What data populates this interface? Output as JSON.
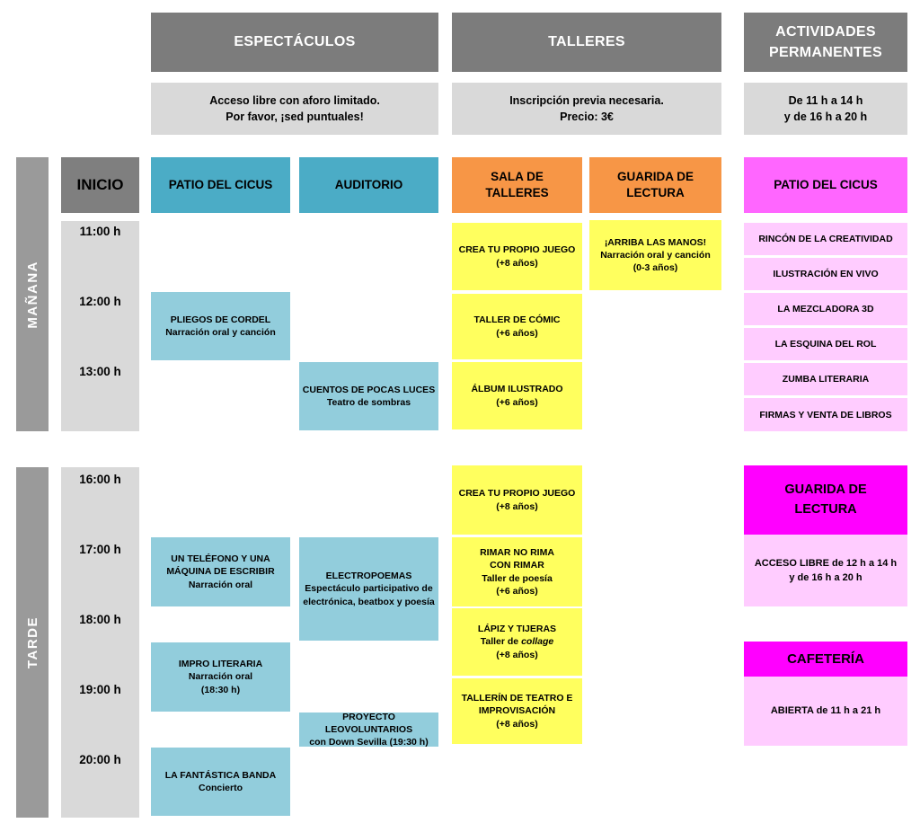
{
  "palette": {
    "header_gray": "#7c7c7c",
    "sidebar_gray": "#9a9a9a",
    "note_gray": "#d9d9d9",
    "teal": "#4bacc6",
    "event_blue": "#92cddc",
    "orange": "#f79646",
    "workshop_yellow": "#ffff5e",
    "magenta": "#ff00ff",
    "magenta_light": "#ff66ff",
    "pink_light": "#ffccff"
  },
  "top": {
    "espectaculos": {
      "title": "ESPECTÁCULOS",
      "note": "Acceso libre con aforo limitado.\nPor favor, ¡sed puntuales!"
    },
    "talleres": {
      "title": "TALLERES",
      "note": "Inscripción previa necesaria.\nPrecio: 3€"
    },
    "actividades": {
      "title": "ACTIVIDADES\nPERMANENTES",
      "note": "De 11 h a 14 h\ny de 16 h a 20 h"
    }
  },
  "columns": {
    "inicio": "INICIO",
    "patio": "PATIO DEL CICUS",
    "auditorio": "AUDITORIO",
    "sala": "SALA DE\nTALLERES",
    "guarida": "GUARIDA DE\nLECTURA",
    "patio_permanentes": "PATIO DEL CICUS"
  },
  "sections": {
    "manana": "MAÑANA",
    "tarde": "TARDE"
  },
  "times": {
    "morning": [
      "11:00 h",
      "12:00 h",
      "13:00 h"
    ],
    "afternoon": [
      "16:00 h",
      "17:00 h",
      "18:00 h",
      "19:00 h",
      "20:00 h"
    ]
  },
  "morning": {
    "pliegos": {
      "title": "PLIEGOS DE CORDEL",
      "sub": "Narración oral y canción"
    },
    "cuentos": {
      "title": "CUENTOS DE POCAS LUCES",
      "sub": "Teatro de sombras"
    },
    "crea": {
      "title": "CREA TU PROPIO JUEGO",
      "sub": "(+8 años)"
    },
    "comic": {
      "title": "TALLER DE CÓMIC",
      "sub": "(+6 años)"
    },
    "album": {
      "title": "ÁLBUM ILUSTRADO",
      "sub": "(+6 años)"
    },
    "arriba": {
      "title": "¡ARRIBA LAS MANOS!",
      "sub": "Narración oral y canción\n(0-3 años)"
    },
    "permanentes": [
      "RINCÓN DE LA CREATIVIDAD",
      "ILUSTRACIÓN EN VIVO",
      "LA MEZCLADORA 3D",
      "LA ESQUINA DEL ROL",
      "ZUMBA LITERARIA",
      "FIRMAS Y VENTA DE LIBROS"
    ]
  },
  "afternoon": {
    "telefono": {
      "title": "UN TELÉFONO Y UNA\nMÁQUINA DE ESCRIBIR",
      "sub": "Narración oral"
    },
    "impro": {
      "title": "IMPRO LITERARIA",
      "sub": "Narración oral\n(18:30 h)"
    },
    "fantastica": {
      "title": "LA FANTÁSTICA BANDA",
      "sub": "Concierto"
    },
    "electropoemas": {
      "title": "ELECTROPOEMAS",
      "sub": "Espectáculo participativo de\nelectrónica, beatbox y poesía"
    },
    "leovoluntarios": {
      "title": "PROYECTO LEOVOLUNTARIOS",
      "sub": "con Down Sevilla (19:30 h)"
    },
    "crea": {
      "title": "CREA TU PROPIO JUEGO",
      "sub": "(+8 años)"
    },
    "rimar": {
      "title": "RIMAR NO RIMA\nCON RIMAR",
      "sub": "Taller de poesía\n(+6 años)"
    },
    "lapiz": {
      "title": "LÁPIZ Y TIJERAS",
      "sub_prefix": "Taller de ",
      "sub_italic": "collage",
      "ages": "(+8 años)"
    },
    "tallerin": {
      "title": "TALLERÍN DE TEATRO E\nIMPROVISACIÓN",
      "sub": "(+8 años)"
    },
    "guarida": {
      "title": "GUARIDA DE\nLECTURA",
      "note": "ACCESO LIBRE de 12 h a 14 h\ny de 16 h a 20 h"
    },
    "cafeteria": {
      "title": "CAFETERÍA",
      "note": "ABIERTA de 11 h a 21 h"
    }
  }
}
